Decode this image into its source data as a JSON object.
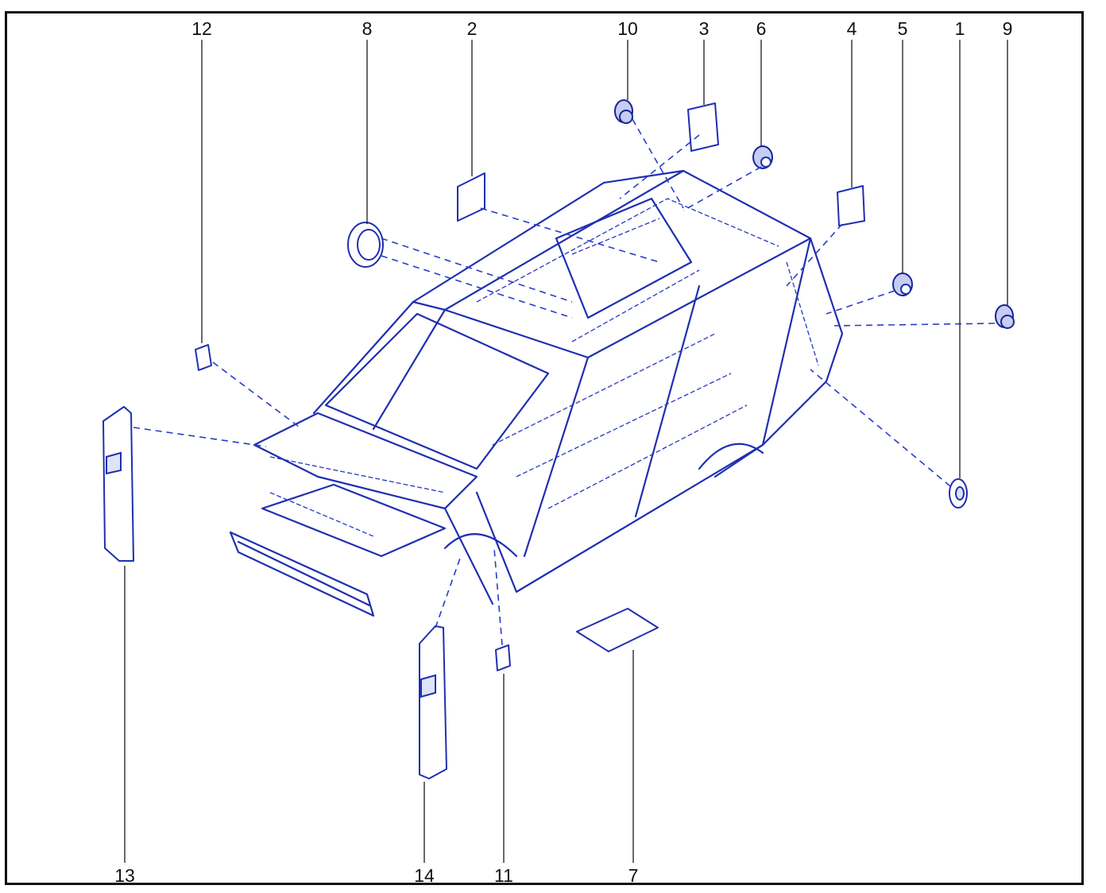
{
  "diagram": {
    "callouts": [
      {
        "id": "12",
        "label": "12"
      },
      {
        "id": "8",
        "label": "8"
      },
      {
        "id": "2",
        "label": "2"
      },
      {
        "id": "10",
        "label": "10"
      },
      {
        "id": "3",
        "label": "3"
      },
      {
        "id": "6",
        "label": "6"
      },
      {
        "id": "4",
        "label": "4"
      },
      {
        "id": "5",
        "label": "5"
      },
      {
        "id": "1",
        "label": "1"
      },
      {
        "id": "9",
        "label": "9"
      },
      {
        "id": "13",
        "label": "13"
      },
      {
        "id": "14",
        "label": "14"
      },
      {
        "id": "11",
        "label": "11"
      },
      {
        "id": "7",
        "label": "7"
      }
    ],
    "line_color": "#1f2fb0",
    "frame_color": "#111111"
  }
}
